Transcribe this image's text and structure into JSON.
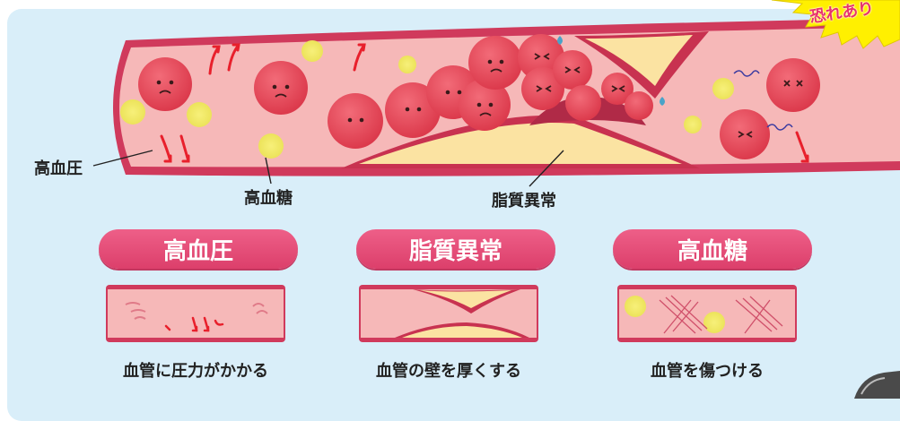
{
  "labels": {
    "hypertension": "高血圧",
    "hyperglycemia": "高血糖",
    "dyslipidemia": "脂質異常"
  },
  "warning_badge": "恐れあり",
  "cards": [
    {
      "title": "高血圧",
      "caption": "血管に圧力がかかる"
    },
    {
      "title": "脂質異常",
      "caption": "血管の壁を厚くする"
    },
    {
      "title": "高血糖",
      "caption": "血管を傷つける"
    }
  ],
  "colors": {
    "vessel_wall": "#d03a5c",
    "vessel_inner": "#f6b8b8",
    "plaque": "#fbe3a2",
    "blood_cell": "#e84457",
    "glucose": "#f1ea6a",
    "pill": "#e64d7a",
    "panel": "#d9eef9"
  }
}
